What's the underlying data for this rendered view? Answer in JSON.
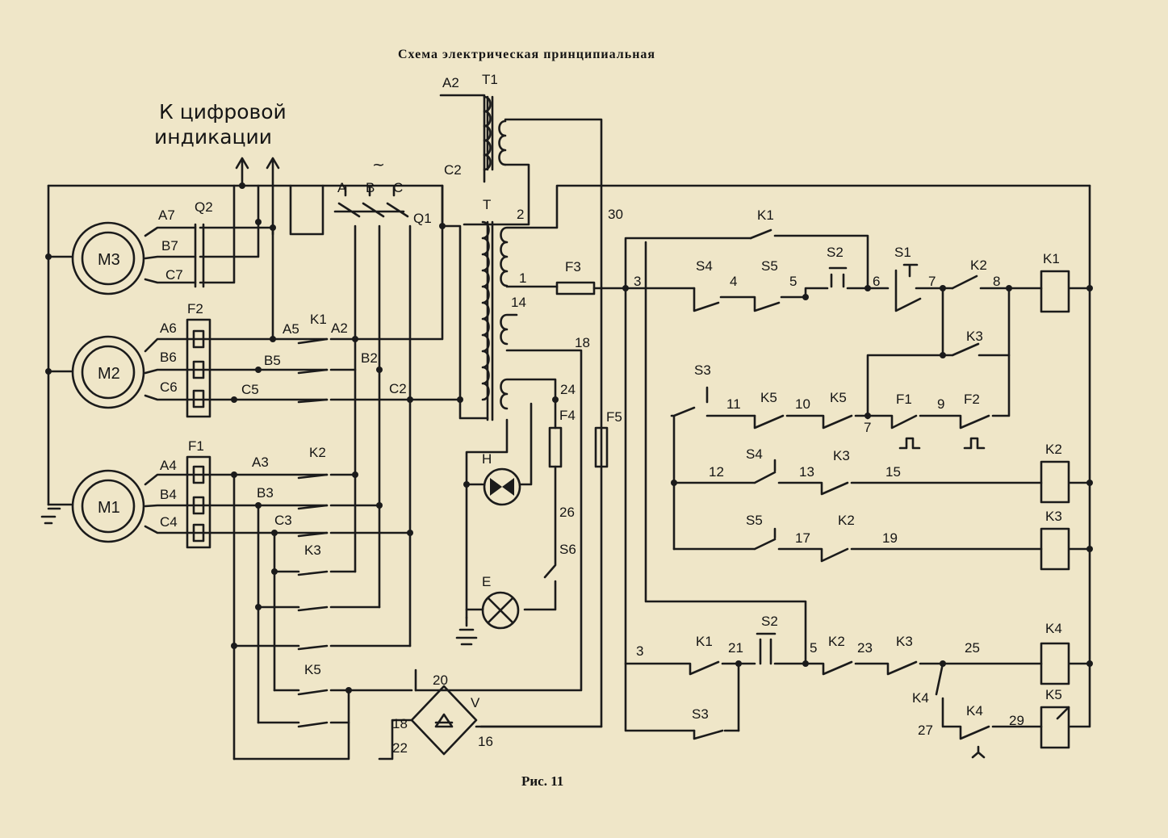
{
  "title": "Схема электрическая принципиальная",
  "caption": "Рис. 11",
  "indication_label": [
    "К цифровой",
    "индикации"
  ],
  "motors": [
    "M3",
    "M2",
    "M1"
  ],
  "phase_labels": [
    "A",
    "B",
    "C"
  ],
  "tilde": "~",
  "labels": {
    "A7": "A7",
    "B7": "B7",
    "C7": "C7",
    "Q2": "Q2",
    "A6": "A6",
    "B6": "B6",
    "C6": "C6",
    "F2_left": "F2",
    "A4": "A4",
    "B4": "B4",
    "C4": "C4",
    "F1_left": "F1",
    "A5": "A5",
    "K1_power": "K1",
    "A2_bus": "A2",
    "B5": "B5",
    "B2_bus": "B2",
    "C5": "C5",
    "C2_bus": "C2",
    "A3": "A3",
    "K2_power": "K2",
    "B3": "B3",
    "C3": "C3",
    "K3_power": "K3",
    "K5_power": "K5",
    "Q1": "Q1",
    "A2_top": "A2",
    "T1": "T1",
    "C2_top": "C2",
    "T": "T",
    "n2": "2",
    "n1": "1",
    "n14": "14",
    "n18": "18",
    "n30": "30",
    "n24": "24",
    "F3": "F3",
    "F4": "F4",
    "F5": "F5",
    "H": "H",
    "n26": "26",
    "S6": "S6",
    "E": "E",
    "n20": "20",
    "V": "V",
    "n18b": "18",
    "n22": "22",
    "n16": "16"
  },
  "control": {
    "K1_top": "K1",
    "n3": "3",
    "S4": "S4",
    "n4": "4",
    "S5": "S5",
    "n5": "5",
    "S2": "S2",
    "n6": "6",
    "S1": "S1",
    "n7": "7",
    "K2": "K2",
    "n8": "8",
    "K1_coil": "K1",
    "K3": "K3",
    "S3": "S3",
    "n11": "11",
    "K5a": "K5",
    "n10": "10",
    "K5b": "K5",
    "n7b": "7",
    "F1": "F1",
    "n9": "9",
    "F2": "F2",
    "S4b": "S4",
    "n12": "12",
    "n13": "13",
    "K3b": "K3",
    "n15": "15",
    "K2_coil": "K2",
    "S5b": "S5",
    "n17": "17",
    "K2b": "K2",
    "n19": "19",
    "K3_coil": "K3",
    "n3b": "3",
    "K1b": "K1",
    "n21": "21",
    "S2b": "S2",
    "n5b": "5",
    "K2c": "K2",
    "n23": "23",
    "K3c": "K3",
    "n25": "25",
    "K4_coil": "K4",
    "K4a": "K4",
    "K4b": "K4",
    "n27": "27",
    "n29": "29",
    "K5_coil": "K5",
    "S3b": "S3"
  }
}
